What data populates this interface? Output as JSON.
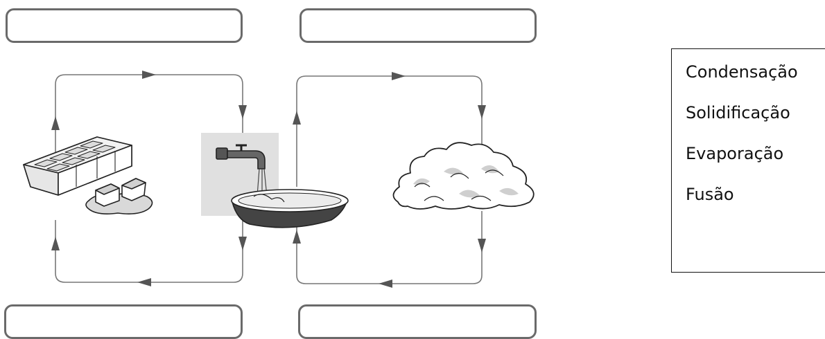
{
  "colors": {
    "box_border": "#6a6a6a",
    "cycle_line": "#777777",
    "ink": "#222222",
    "shade": "#d9d9d9",
    "water": "#ececec"
  },
  "answer_boxes": [
    {
      "id": "top-left",
      "value": ""
    },
    {
      "id": "top-right",
      "value": ""
    },
    {
      "id": "bottom-left",
      "value": ""
    },
    {
      "id": "bottom-right",
      "value": ""
    }
  ],
  "pictures": {
    "solid": "ice-cube-tray-with-melting-ice",
    "liquid": "tap-pouring-water-into-basin",
    "gas": "cloud"
  },
  "word_bank": {
    "words": [
      "Condensação",
      "Solidificação",
      "Evaporação",
      "Fusão"
    ]
  }
}
